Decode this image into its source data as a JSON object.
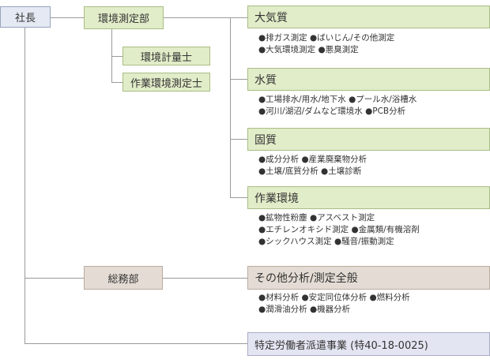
{
  "root": {
    "label": "社長"
  },
  "dept_env": {
    "label": "環境測定部",
    "sub": [
      "環境計量士",
      "作業環境測定士"
    ]
  },
  "dept_general": {
    "label": "総務部"
  },
  "services": [
    {
      "title": "大気質",
      "lines": [
        "●排ガス測定 ●ばいじん/その他測定",
        "●大気環境測定 ●悪臭測定"
      ]
    },
    {
      "title": "水質",
      "lines": [
        "●工場排水/用水/地下水 ●プール水/浴槽水",
        "●河川/湖沼/ダムなど環境水 ●PCB分析"
      ]
    },
    {
      "title": "固質",
      "lines": [
        "●成分分析 ●産業廃棄物分析",
        "●土壌/底質分析 ●土壌診断"
      ]
    },
    {
      "title": "作業環境",
      "lines": [
        "●鉱物性粉塵 ●アスベスト測定",
        "●エチレンオキシド測定 ●金属類/有機溶剤",
        "●シックハウス測定 ●騒音/振動測定"
      ]
    },
    {
      "title": "その他分析/測定全般",
      "lines": [
        "●材料分析 ●安定同位体分析 ●燃料分析",
        "●潤滑油分析 ●機器分析"
      ]
    }
  ],
  "dispatch": {
    "label": "特定労働者派遣事業 (特40-18-0025)"
  }
}
